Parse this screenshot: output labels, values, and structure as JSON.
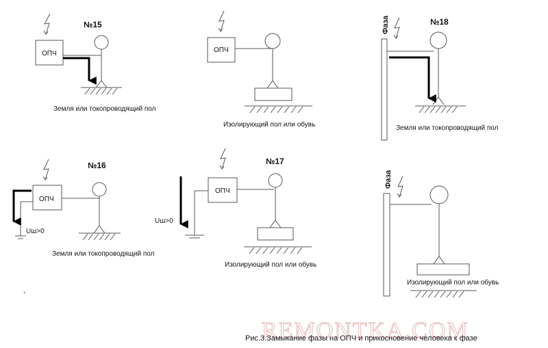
{
  "figures": {
    "f15": {
      "number": "№15",
      "box": "ОПЧ",
      "floor": "Земля или токопроводящий пол"
    },
    "f16": {
      "number": "№16",
      "box": "ОПЧ",
      "floor": "Земля или токопроводящий пол",
      "voltage": "Uш>0"
    },
    "f17": {
      "number": "№17",
      "box": "ОПЧ",
      "floor": "Изолирующий пол или обувь",
      "voltage": "Uш>0"
    },
    "f18": {
      "number": "№18",
      "phase": "Фаза",
      "floor": "Земля или токопроводящий пол"
    },
    "top_mid": {
      "box": "ОПЧ",
      "floor": "Изолирующий пол или обувь"
    },
    "bottom_right": {
      "phase": "Фаза",
      "floor": "Изолирующий пол или обувь"
    }
  },
  "caption": "Рис.3.Замыкание фазы на ОПЧ и прикосновение человека к фазе",
  "watermark": "REMONTKA.COM",
  "colors": {
    "line": "#555555",
    "arrow": "#000000",
    "watermark": "#e6b8b8"
  }
}
